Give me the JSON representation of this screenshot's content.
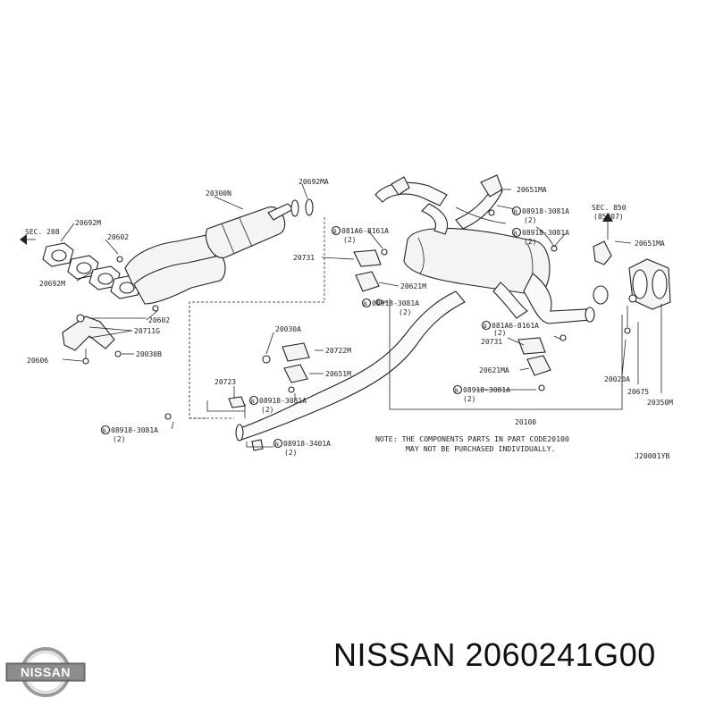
{
  "labels": {
    "sec208": "SEC. 208",
    "p20692M_top": "20692M",
    "p20602_a": "20602",
    "p20692M_bot": "20692M",
    "p20300N": "20300N",
    "p20692MA": "20692MA",
    "p20602_b": "20602",
    "p20711G": "20711G",
    "p20606": "20606",
    "p20030B": "20030B",
    "p20731_a": "20731",
    "b081a6_a": "081A6-8161A",
    "b081a6_a_qty": "(2)",
    "p20621M": "20621M",
    "n08918_a": "08918-3081A",
    "n08918_a_qty": "(2)",
    "p20651MA_top": "20651MA",
    "n08918_b": "08918-3081A",
    "n08918_b_qty": "(2)",
    "sec850": "SEC. 850",
    "sec850_sub": "(85207)",
    "n08918_c": "08918-3081A",
    "n08918_c_qty": "(2)",
    "p20651MA_right": "20651MA",
    "p20030A": "20030A",
    "p20722M": "20722M",
    "p20651M": "20651M",
    "p20723": "20723",
    "n08918_d": "08918-3081A",
    "n08918_d_qty": "(2)",
    "n08918_e": "08918-3081A",
    "n08918_e_qty": "(2)",
    "n08918_f": "08918-3401A",
    "n08918_f_qty": "(2)",
    "b081a6_b": "081A6-8161A",
    "b081a6_b_qty": "(2)",
    "p20731_b": "20731",
    "p20621MA": "20621MA",
    "n08918_g": "08918-3081A",
    "n08918_g_qty": "(2)",
    "p20020A": "20020A",
    "p20675": "20675",
    "p20350M": "20350M",
    "p20100": "20100",
    "note_line1": "NOTE: THE COMPONENTS PARTS IN PART CODE20100",
    "note_line2": "MAY NOT BE PURCHASED INDIVIDUALLY.",
    "ref": "J20001YB",
    "n_sym": "N",
    "b_sym": "B"
  },
  "footer": {
    "logo_text": "NISSAN",
    "caption": "NISSAN 2060241G00"
  }
}
